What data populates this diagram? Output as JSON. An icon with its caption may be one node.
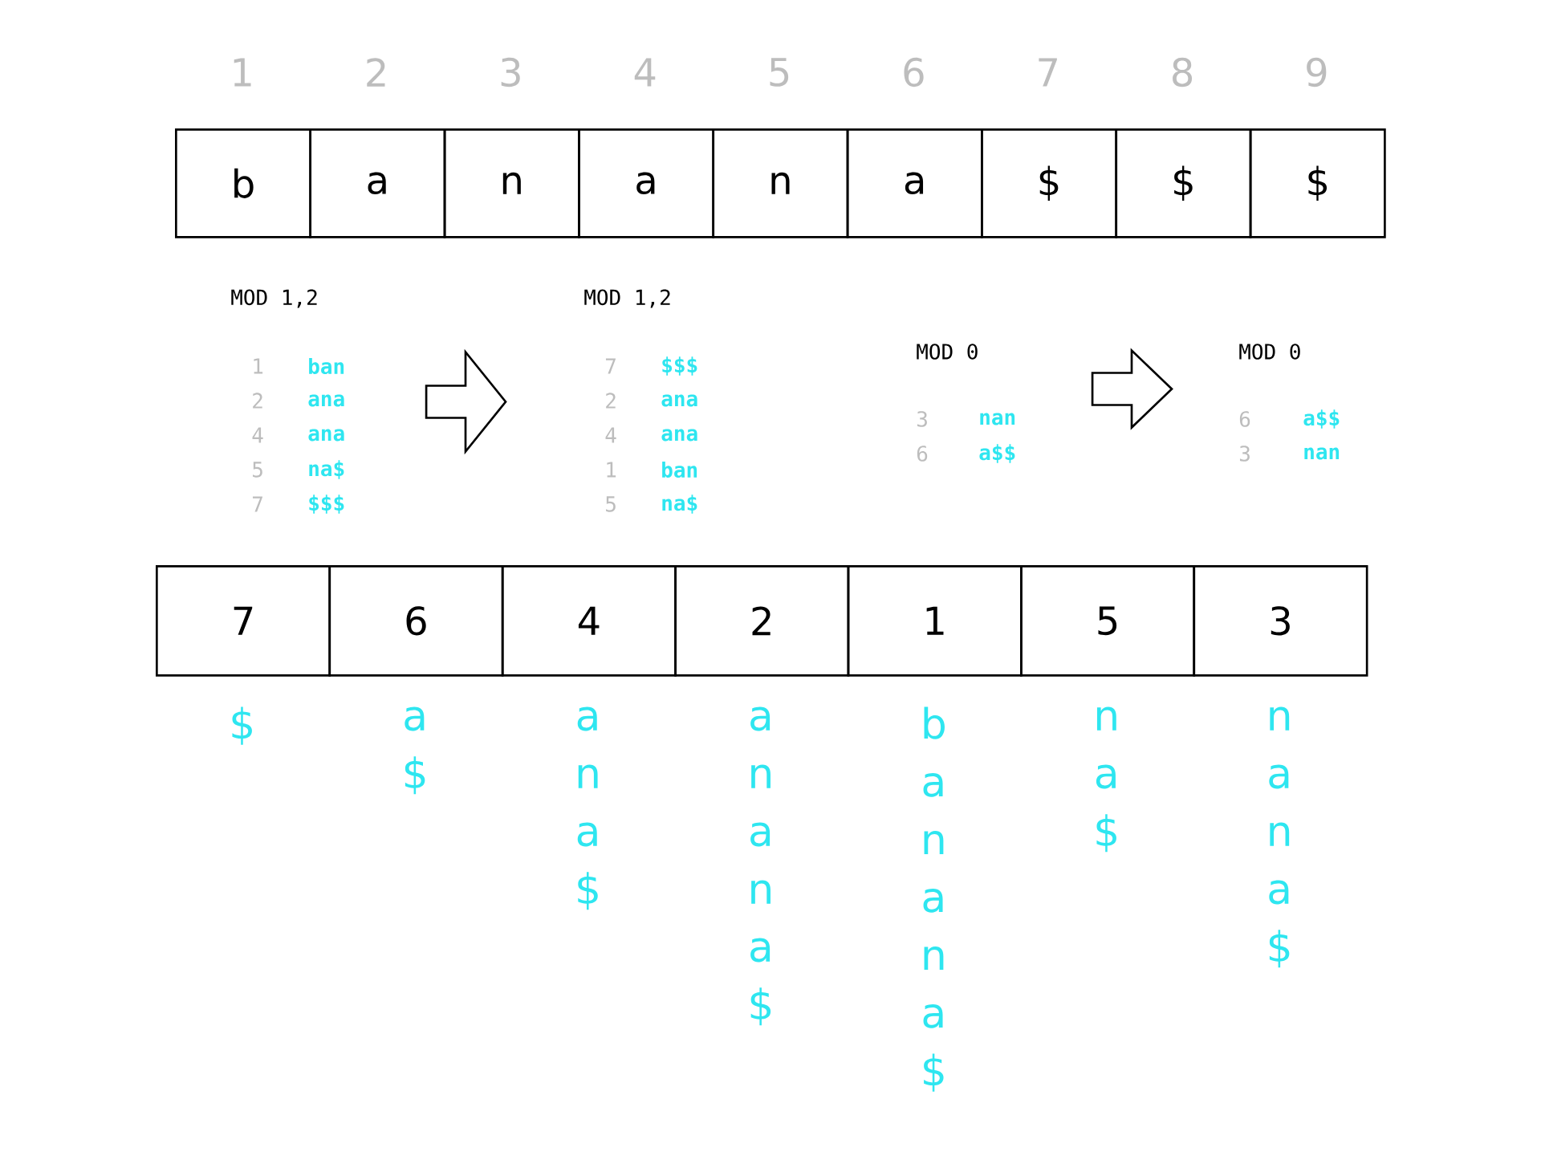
{
  "diagram": {
    "nodes": [
      {
        "text": [
          "b"
        ],
        "beside": [
          "1"
        ]
      },
      {
        "text": [
          "a"
        ],
        "beside": [
          "2"
        ]
      },
      {
        "text": [
          "n"
        ],
        "beside": [
          "3"
        ]
      },
      {
        "text": [
          "a"
        ],
        "beside": [
          "4"
        ]
      },
      {
        "text": [
          "n"
        ],
        "beside": [
          "5"
        ]
      },
      {
        "text": [
          "a"
        ],
        "beside": [
          "6"
        ]
      },
      {
        "text": [
          "$"
        ],
        "beside": [
          "7"
        ]
      },
      {
        "text": [
          "$"
        ],
        "beside": [
          "8"
        ]
      },
      {
        "text": [
          "$"
        ],
        "beside": [
          "9"
        ]
      },
      {
        "text": [
          "MOD 1,2",
          "1",
          "ban",
          "2",
          "ana",
          "4",
          "ana",
          "5",
          "na$",
          "7",
          "$$$"
        ]
      },
      {
        "text": [
          "MOD 1,2",
          "7",
          "$$$",
          "2",
          "ana",
          "4",
          "ana",
          "1",
          "ban",
          "5",
          "na$"
        ]
      },
      {
        "text": [
          "MOD 0",
          "3",
          "nan",
          "6",
          "a$$"
        ]
      },
      {
        "text": [
          "MOD 0",
          "6",
          "a$$",
          "3",
          "nan"
        ]
      },
      {
        "text": [
          "7"
        ],
        "beside": [
          "$"
        ]
      },
      {
        "text": [
          "6"
        ],
        "beside": [
          "a $"
        ]
      },
      {
        "text": [
          "4"
        ],
        "beside": [
          "a n a $"
        ]
      },
      {
        "text": [
          "2"
        ],
        "beside": [
          "a n a n a $"
        ]
      },
      {
        "text": [
          "1"
        ],
        "beside": [
          "b a n a n a $"
        ]
      },
      {
        "text": [
          "5"
        ],
        "beside": [
          "n a $"
        ]
      },
      {
        "text": [
          "3"
        ],
        "beside": [
          "n a n a $"
        ]
      }
    ],
    "edges": [
      {
        "from": 9,
        "to": 10,
        "arrow": "to"
      },
      {
        "from": 11,
        "to": 12,
        "arrow": "to"
      }
    ]
  }
}
